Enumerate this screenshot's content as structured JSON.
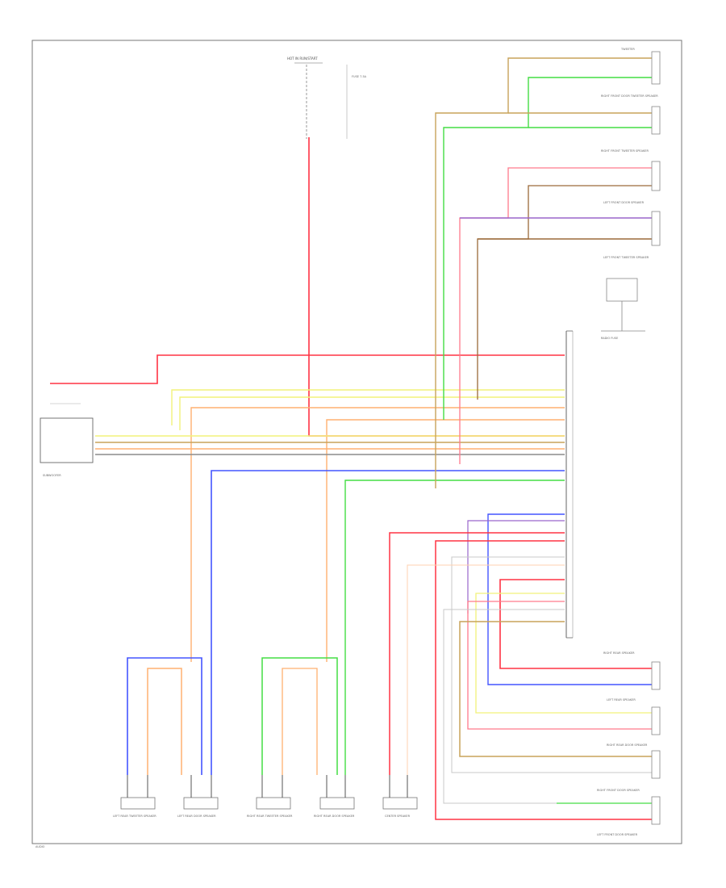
{
  "colors": {
    "red": "#ff3344",
    "pink": "#ff7a8c",
    "green": "#44dd44",
    "yellow": "#f2f27a",
    "orange": "#ffb070",
    "tan": "#c8a35a",
    "gray": "#8c8c8c",
    "blue": "#4455ff",
    "purple": "#9a66cc",
    "brown": "#9c6a3a",
    "lightgray": "#c8c8c8",
    "frame": "#666666"
  },
  "labels": {
    "fuse_block": "HOT IN RUN/START",
    "fuse_note": "FUSE 7.5A",
    "subwoofer": "SUBWOOFER",
    "radio_fuse": "RADIO FUSE",
    "page_code": "AUDIO",
    "speakers_bottom": [
      "LEFT REAR TWEETER SPEAKER",
      "LEFT REAR DOOR SPEAKER",
      "RIGHT REAR TWEETER SPEAKER",
      "RIGHT REAR DOOR SPEAKER",
      "CENTER SPEAKER"
    ],
    "speakers_right": [
      "TWEETER",
      "RIGHT FRONT DOOR TWEETER SPEAKER",
      "RIGHT FRONT TWEETER SPEAKER",
      "LEFT FRONT DOOR SPEAKER",
      "LEFT FRONT TWEETER SPEAKER",
      "RIGHT REAR SPEAKER",
      "LEFT REAR SPEAKER",
      "RIGHT REAR DOOR SPEAKER",
      "RIGHT FRONT DOOR SPEAKER",
      "LEFT FRONT DOOR SPEAKER"
    ]
  }
}
